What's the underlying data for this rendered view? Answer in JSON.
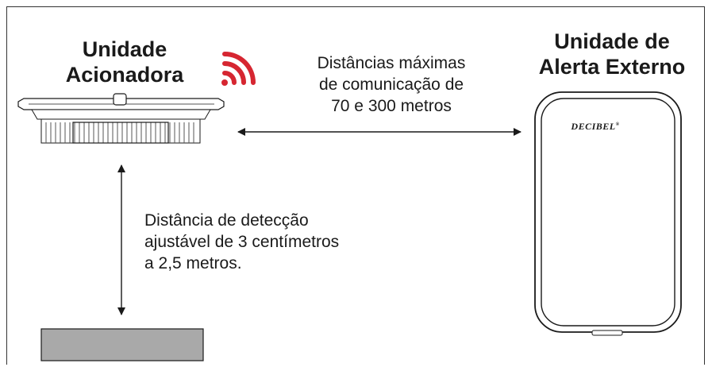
{
  "trigger_unit": {
    "title_line1": "Unidade",
    "title_line2": "Acionadora"
  },
  "alert_unit": {
    "title_line1": "Unidade de",
    "title_line2": "Alerta Externo",
    "brand": "DECIBEL",
    "brand_mark": "®"
  },
  "communication": {
    "line1": "Distâncias máximas",
    "line2": "de comunicação de",
    "line3": "70 e 300 metros"
  },
  "detection": {
    "line1": "Distância de detecção",
    "line2": "ajustável de 3 centímetros",
    "line3": "a 2,5 metros."
  },
  "colors": {
    "signal": "#d62631",
    "target_block": "#a9a9a9",
    "stroke": "#1a1a1a"
  },
  "icons": {
    "wireless": "wifi-signal-icon"
  }
}
